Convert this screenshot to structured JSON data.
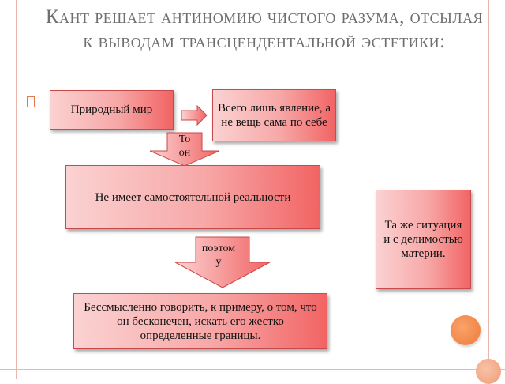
{
  "title": "Кант решает антиномию чистого разума, отсылая к выводам трансцендентальной эстетики:",
  "bullet_icon": "square-bullet-icon",
  "nodes": {
    "natural_world": "Природный мир",
    "mere_appearance": "Всего лишь явление, а не вещь сама по себе",
    "no_independent_reality": "Не имеет самостоятельной реальности",
    "meaningless_to_say": "Бессмысленно говорить, к примеру, о том, что он бесконечен, искать его жестко определенные границы.",
    "same_situation": "Та же ситуация и с делимостью материи."
  },
  "arrows": {
    "right_arrow_icon": "right-arrow-icon",
    "down_arrow_1_label": "То он",
    "down_arrow_2_label": "поэтому"
  },
  "colors": {
    "box_light": "#fbd2d2",
    "box_dark": "#f26464",
    "box_border": "#c84a4a",
    "title": "#6e6e6e",
    "accent_orange": "#f08a4b"
  }
}
